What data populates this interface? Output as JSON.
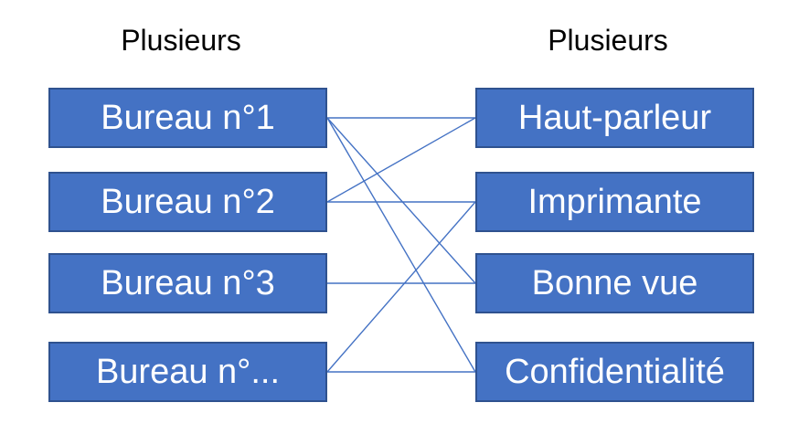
{
  "diagram": {
    "left_header": "Plusieurs",
    "right_header": "Plusieurs",
    "left_nodes": [
      {
        "id": "bureau-1",
        "label": "Bureau n°1"
      },
      {
        "id": "bureau-2",
        "label": "Bureau n°2"
      },
      {
        "id": "bureau-3",
        "label": "Bureau n°3"
      },
      {
        "id": "bureau-etc",
        "label": "Bureau n°..."
      }
    ],
    "right_nodes": [
      {
        "id": "haut-parleur",
        "label": "Haut-parleur"
      },
      {
        "id": "imprimante",
        "label": "Imprimante"
      },
      {
        "id": "bonne-vue",
        "label": "Bonne vue"
      },
      {
        "id": "confidentialite",
        "label": "Confidentialité"
      }
    ],
    "edges": [
      {
        "from": "bureau-1",
        "to": "haut-parleur"
      },
      {
        "from": "bureau-1",
        "to": "bonne-vue"
      },
      {
        "from": "bureau-1",
        "to": "confidentialite"
      },
      {
        "from": "bureau-2",
        "to": "haut-parleur"
      },
      {
        "from": "bureau-2",
        "to": "imprimante"
      },
      {
        "from": "bureau-3",
        "to": "bonne-vue"
      },
      {
        "from": "bureau-etc",
        "to": "imprimante"
      },
      {
        "from": "bureau-etc",
        "to": "confidentialite"
      }
    ],
    "colors": {
      "box_fill": "#4472C4",
      "box_border": "#2F528F",
      "connector": "#4472C4",
      "box_text": "#FFFFFF",
      "header_text": "#000000"
    }
  }
}
